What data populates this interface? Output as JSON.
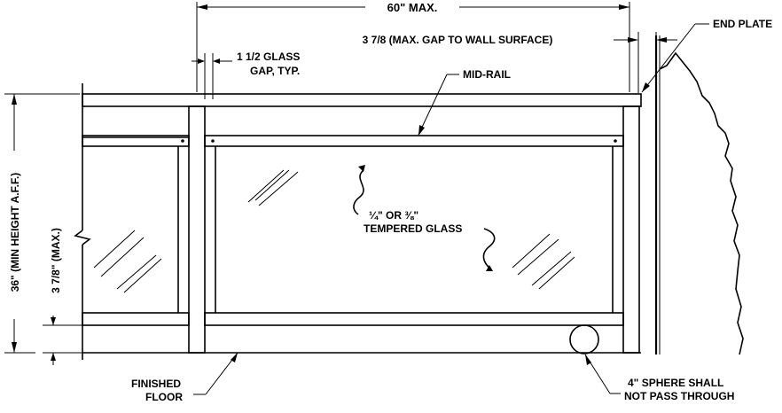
{
  "labels": {
    "width_max": "60\" MAX.",
    "end_plate": "END PLATE",
    "wall_gap": "3 7/8 (MAX. GAP TO WALL SURFACE)",
    "glass_gap_line1": "1 1/2 GLASS",
    "glass_gap_line2": "GAP, TYP.",
    "mid_rail": "MID-RAIL",
    "glass_line1": "¼\" OR ⅜\"",
    "glass_line2": "TEMPERED GLASS",
    "min_height": "36\" (MIN HEIGHT A.F.F.)",
    "bottom_gap": "3 7/8\" (MAX.)",
    "floor_line1": "FINISHED",
    "floor_line2": "FLOOR",
    "sphere_line1": "4\" SPHERE SHALL",
    "sphere_line2": "NOT PASS THROUGH"
  }
}
